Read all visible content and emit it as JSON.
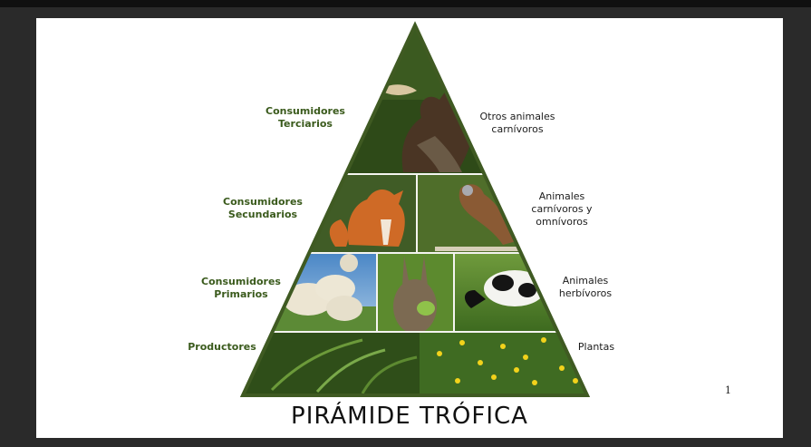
{
  "title": "PIRÁMIDE TRÓFICA",
  "page_number": "1",
  "levels": [
    {
      "left_label": "Consumidores\nTerciarios",
      "right_label": "Otros animales\ncarnívoros"
    },
    {
      "left_label": "Consumidores\nSecundarios",
      "right_label": "Animales\ncarnívoros y\nomnívoros"
    },
    {
      "left_label": "Consumidores\nPrimarios",
      "right_label": "Animales\nherbívoros"
    },
    {
      "left_label": "Productores",
      "right_label": "Plantas"
    }
  ],
  "colors": {
    "background": "#2a2a2a",
    "slide": "#ffffff",
    "left_label": "#3a5a1c",
    "pyramid_border": "#3f5a22"
  },
  "images": {
    "tier1": [
      "vulture"
    ],
    "tier2": [
      "fox",
      "kestrel"
    ],
    "tier3": [
      "sheep",
      "rabbit",
      "cow"
    ],
    "tier4": [
      "ferns",
      "dandelions"
    ]
  }
}
